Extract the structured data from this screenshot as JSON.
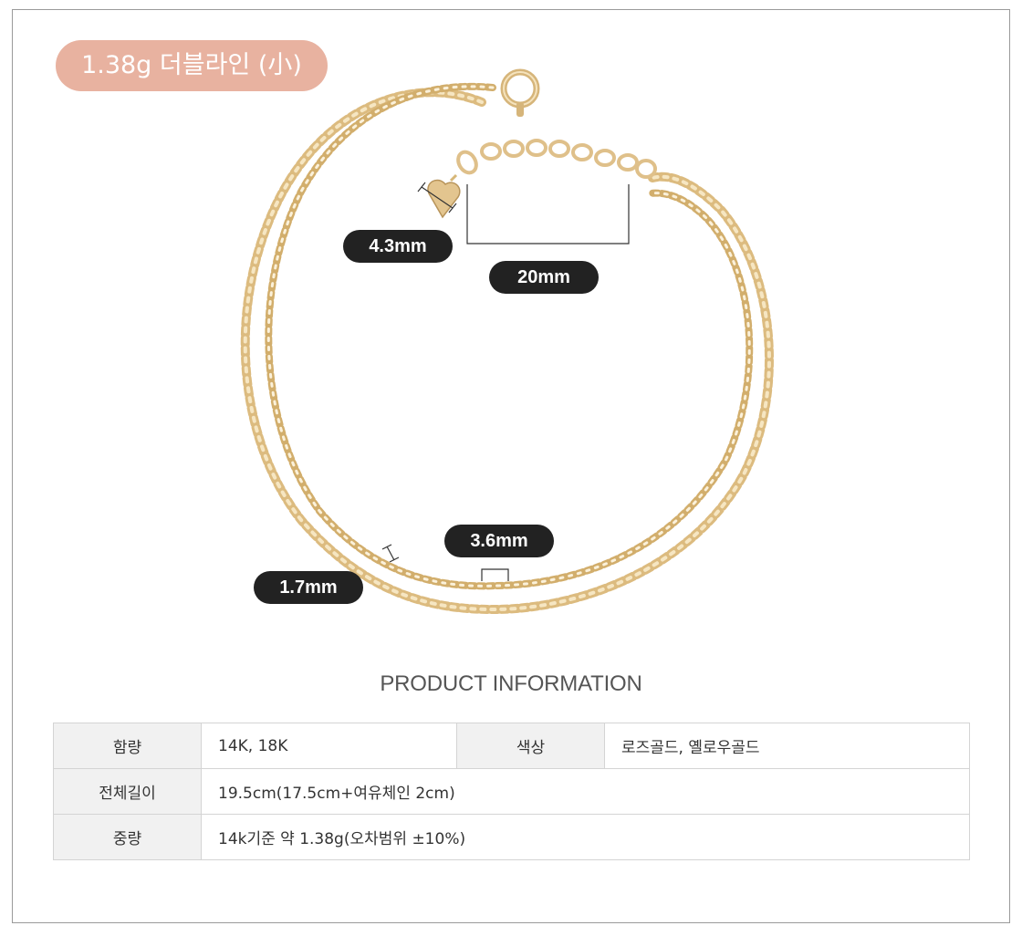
{
  "product": {
    "title": "1.38g 더블라인 (小)"
  },
  "dimensions": {
    "charm_size": "4.3mm",
    "extender_length": "20mm",
    "wide_link": "3.6mm",
    "thin_link": "1.7mm"
  },
  "info": {
    "heading": "PRODUCT INFORMATION",
    "rows": [
      {
        "label": "함량",
        "value": "14K, 18K",
        "label2": "색상",
        "value2": "로즈골드, 옐로우골드"
      },
      {
        "label": "전체길이",
        "value": "19.5cm(17.5cm+여유체인 2cm)"
      },
      {
        "label": "중량",
        "value": "14k기준 약 1.38g(오차범위 ±10%)"
      }
    ]
  },
  "colors": {
    "title_pill": "#e8b2a0",
    "dim_pill": "#222222",
    "gold": "#e9cf98",
    "gold_dark": "#c9a86a"
  }
}
